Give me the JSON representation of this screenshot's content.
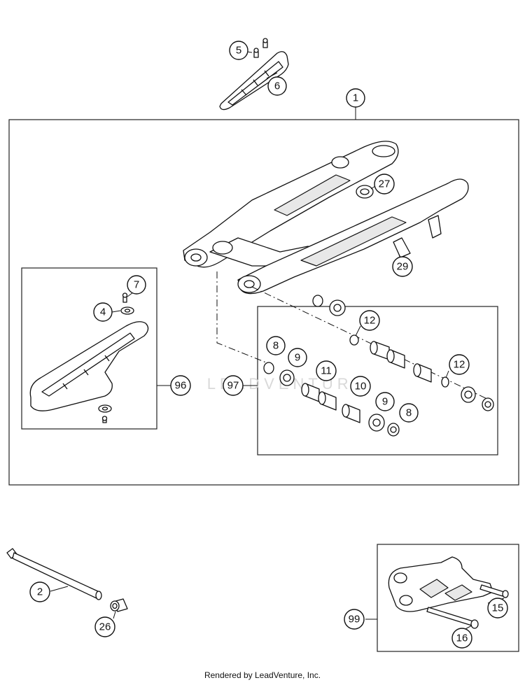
{
  "callouts": {
    "c1": "1",
    "c2": "2",
    "c4": "4",
    "c5": "5",
    "c6": "6",
    "c7": "7",
    "c8a": "8",
    "c8b": "8",
    "c9a": "9",
    "c9b": "9",
    "c10": "10",
    "c11": "11",
    "c12a": "12",
    "c12b": "12",
    "c15": "15",
    "c16": "16",
    "c26": "26",
    "c27": "27",
    "c29": "29",
    "c96": "96",
    "c97": "97",
    "c99": "99"
  },
  "watermark": "LEADVENTURE",
  "footer": "Rendered by LeadVenture, Inc."
}
